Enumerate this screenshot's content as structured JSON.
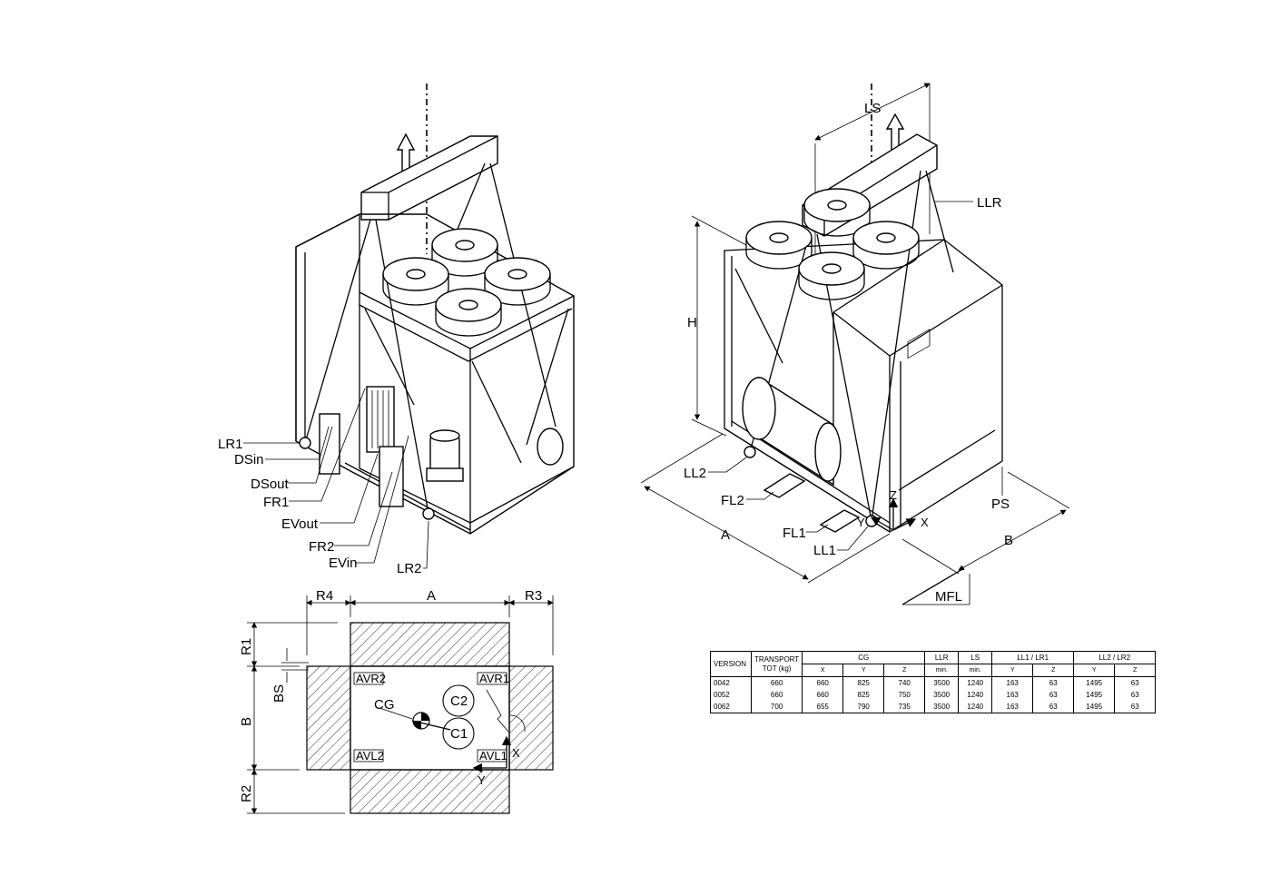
{
  "labels": {
    "left_view": {
      "lr1": "LR1",
      "dsin": "DSin",
      "dsout": "DSout",
      "fr1": "FR1",
      "evout": "EVout",
      "fr2": "FR2",
      "evin": "EVin",
      "lr2": "LR2"
    },
    "right_view": {
      "ls": "LS",
      "llr": "LLR",
      "h": "H",
      "ll2": "LL2",
      "fl2": "FL2",
      "fl1": "FL1",
      "ll1": "LL1",
      "a": "A",
      "b": "B",
      "ps": "PS",
      "mfl": "MFL",
      "x": "X",
      "y": "Y",
      "z": "Z"
    },
    "plan_view": {
      "r4": "R4",
      "a": "A",
      "r3": "R3",
      "r1": "R1",
      "bs": "BS",
      "b": "B",
      "r2": "R2",
      "avr2": "AVR2",
      "avr1": "AVR1",
      "avl2": "AVL2",
      "avl1": "AVL1",
      "cg": "CG",
      "c1": "C1",
      "c2": "C2",
      "x": "X",
      "y": "Y"
    }
  },
  "table": {
    "header_top": {
      "version": "VERSION",
      "transport": "TRANSPORT\nTOT (kg)",
      "cg": "CG",
      "llr": "LLR",
      "ls": "LS",
      "ll1_lr1": "LL1 / LR1",
      "ll2_lr2": "LL2 / LR2"
    },
    "header_sub": [
      "X",
      "Y",
      "Z",
      "min.",
      "min.",
      "Y",
      "Z",
      "Y",
      "Z"
    ],
    "rows": [
      [
        "0042",
        "660",
        "660",
        "825",
        "740",
        "3500",
        "1240",
        "163",
        "63",
        "1495",
        "63"
      ],
      [
        "0052",
        "660",
        "660",
        "825",
        "750",
        "3500",
        "1240",
        "163",
        "63",
        "1495",
        "63"
      ],
      [
        "0062",
        "700",
        "655",
        "790",
        "735",
        "3500",
        "1240",
        "163",
        "63",
        "1495",
        "63"
      ]
    ]
  }
}
